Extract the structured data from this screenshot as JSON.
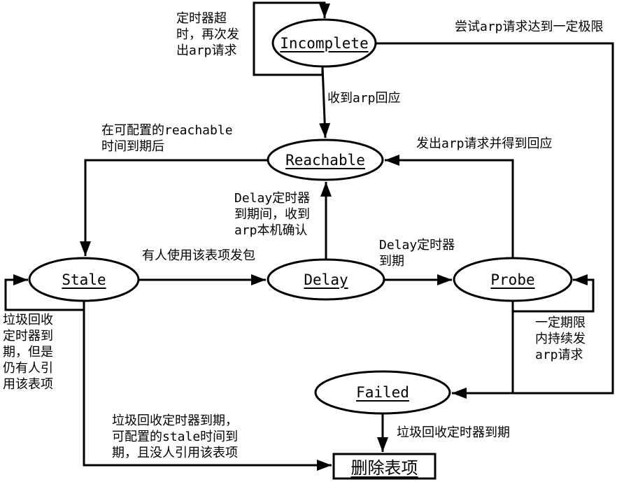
{
  "states": {
    "incomplete": "Incomplete",
    "reachable": "Reachable",
    "stale": "Stale",
    "delay": "Delay",
    "probe": "Probe",
    "failed": "Failed",
    "delete_entry": "删除表项"
  },
  "edge_labels": {
    "incomplete_self": "定时器超\n时，再次发\n出arp请求",
    "incomplete_failed": "尝试arp请求达到一定极限",
    "incomplete_reachable": "收到arp回应",
    "probe_reachable": "发出arp请求并得到回应",
    "reachable_stale": "在可配置的reachable\n时间到期后",
    "delay_reachable": "Delay定时器\n到期间，收到\narp本机确认",
    "stale_delay": "有人使用该表项发包",
    "delay_probe": "Delay定时器\n到期",
    "stale_self": "垃圾回收\n定时器到\n期，但是\n仍有人引\n用该表项",
    "probe_self": "一定期限\n内持续发\narp请求",
    "failed_delete": "垃圾回收定时器到期",
    "stale_delete": "垃圾回收定时器到期，\n可配置的stale时间到\n期，且没人引用该表项"
  },
  "colors": {
    "stroke": "#000000",
    "background": "#ffffff"
  }
}
